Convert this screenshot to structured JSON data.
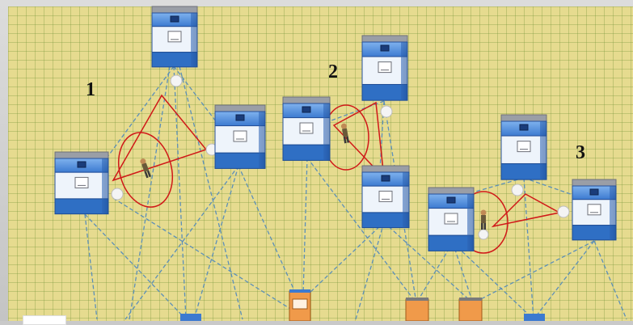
{
  "scene": {
    "group_labels": [
      "1",
      "2",
      "3"
    ],
    "colors": {
      "floor": "#e6db8f",
      "grid_line": "#9fb25a",
      "path_line": "#5c8fb8",
      "highlight": "#d01818",
      "machine_top": "#4a86d8",
      "machine_panel": "#eef4fb",
      "machine_base": "#2f6fc4",
      "sink_orange": "#f09a4a"
    },
    "machines": [
      "machine",
      "machine",
      "machine",
      "machine",
      "machine",
      "machine",
      "machine",
      "machine",
      "machine"
    ],
    "operators": [
      "operator",
      "operator",
      "operator"
    ]
  }
}
